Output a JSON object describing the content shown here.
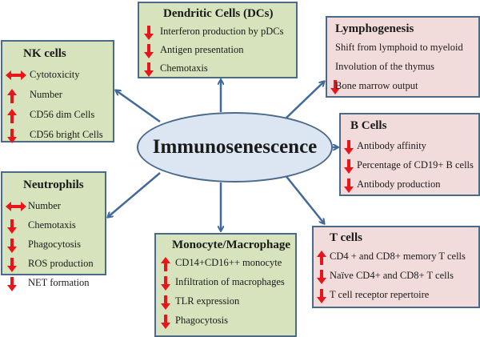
{
  "center": {
    "label": "Immunosenescence"
  },
  "boxes": {
    "dendritic": {
      "title": "Dendritic Cells (DCs)",
      "color": "#d6e3bc",
      "items": [
        {
          "text": "Interferon production by pDCs",
          "trend": "down"
        },
        {
          "text": "Antigen presentation",
          "trend": "down"
        },
        {
          "text": "Chemotaxis",
          "trend": "down"
        }
      ]
    },
    "nk": {
      "title": "NK cells",
      "color": "#d6e3bc",
      "items": [
        {
          "text": "Cytotoxicity",
          "trend": "unchanged"
        },
        {
          "text": "Number",
          "trend": "up"
        },
        {
          "text": "CD56 dim Cells",
          "trend": "up"
        },
        {
          "text": "CD56 bright Cells",
          "trend": "down"
        }
      ]
    },
    "lympho": {
      "title": "Lymphogenesis",
      "color": "#f2dcdb",
      "items": [
        {
          "text": "Shift from lymphoid to myeloid",
          "trend": "none"
        },
        {
          "text": "Involution of the thymus",
          "trend": "none"
        },
        {
          "text": "Bone marrow output",
          "trend": "down"
        }
      ]
    },
    "bcells": {
      "title": "B Cells",
      "color": "#f2dcdb",
      "items": [
        {
          "text": "Antibody affinity",
          "trend": "down"
        },
        {
          "text": "Percentage of CD19+ B cells",
          "trend": "down"
        },
        {
          "text": "Antibody production",
          "trend": "down"
        }
      ]
    },
    "neutro": {
      "title": "Neutrophils",
      "color": "#d6e3bc",
      "items": [
        {
          "text": "Number",
          "trend": "unchanged"
        },
        {
          "text": "Chemotaxis",
          "trend": "down"
        },
        {
          "text": "Phagocytosis",
          "trend": "down"
        },
        {
          "text": "ROS production",
          "trend": "down"
        },
        {
          "text": "NET formation",
          "trend": "down"
        }
      ]
    },
    "mono": {
      "title": "Monocyte/Macrophage",
      "color": "#d6e3bc",
      "items": [
        {
          "text": "CD14+CD16++ monocyte",
          "trend": "up"
        },
        {
          "text": "Infiltration of macrophages",
          "trend": "down"
        },
        {
          "text": "TLR expression",
          "trend": "down"
        },
        {
          "text": "Phagocytosis",
          "trend": "down"
        }
      ]
    },
    "tcells": {
      "title": "T cells",
      "color": "#f2dcdb",
      "items": [
        {
          "text": "CD4 + and CD8+ memory T cells",
          "trend": "up"
        },
        {
          "text": "Naïve CD4+ and CD8+ T cells",
          "trend": "down"
        },
        {
          "text": "T cell receptor repertoire",
          "trend": "down"
        }
      ]
    }
  },
  "colors": {
    "arrow_red": "#e8151b",
    "connector": "#41699a",
    "border": "#4a6a8c",
    "ellipse_fill": "#dce6f2"
  }
}
